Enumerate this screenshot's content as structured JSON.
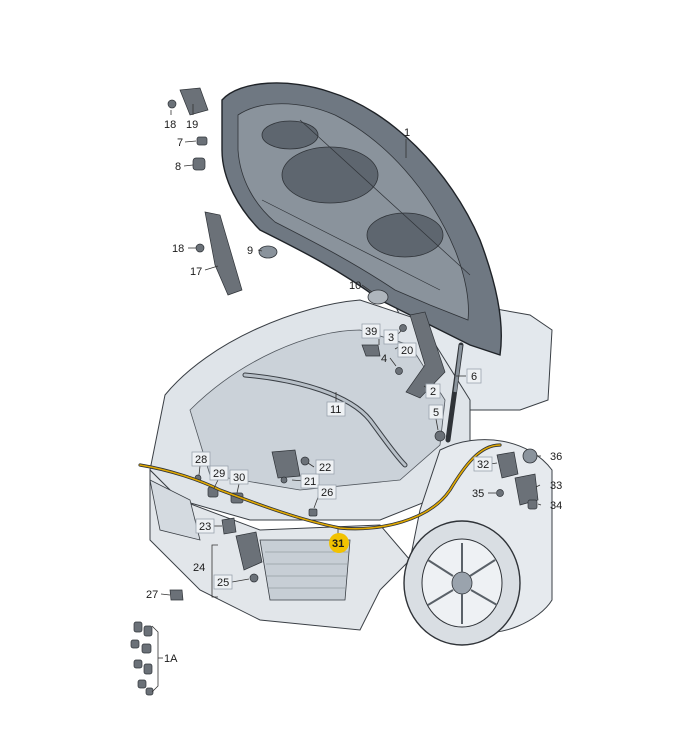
{
  "diagram": {
    "callouts": [
      {
        "id": "1",
        "label": "1"
      },
      {
        "id": "2",
        "label": "2"
      },
      {
        "id": "3",
        "label": "3"
      },
      {
        "id": "4",
        "label": "4"
      },
      {
        "id": "5",
        "label": "5"
      },
      {
        "id": "6",
        "label": "6"
      },
      {
        "id": "7",
        "label": "7"
      },
      {
        "id": "8",
        "label": "8"
      },
      {
        "id": "9",
        "label": "9"
      },
      {
        "id": "10",
        "label": "10"
      },
      {
        "id": "11",
        "label": "11"
      },
      {
        "id": "17",
        "label": "17"
      },
      {
        "id": "18a",
        "label": "18"
      },
      {
        "id": "18b",
        "label": "18"
      },
      {
        "id": "19",
        "label": "19"
      },
      {
        "id": "20",
        "label": "20"
      },
      {
        "id": "21",
        "label": "21"
      },
      {
        "id": "22",
        "label": "22"
      },
      {
        "id": "23",
        "label": "23"
      },
      {
        "id": "24",
        "label": "24"
      },
      {
        "id": "25",
        "label": "25"
      },
      {
        "id": "26",
        "label": "26"
      },
      {
        "id": "27",
        "label": "27"
      },
      {
        "id": "28",
        "label": "28"
      },
      {
        "id": "29",
        "label": "29"
      },
      {
        "id": "30",
        "label": "30"
      },
      {
        "id": "31",
        "label": "31",
        "highlighted": true
      },
      {
        "id": "32",
        "label": "32"
      },
      {
        "id": "33",
        "label": "33"
      },
      {
        "id": "34",
        "label": "34"
      },
      {
        "id": "35",
        "label": "35"
      },
      {
        "id": "36",
        "label": "36"
      },
      {
        "id": "39",
        "label": "39"
      },
      {
        "id": "1A",
        "label": "1A"
      }
    ],
    "colors": {
      "highlight": "#f2c200",
      "cable": "#e0a800",
      "line_art": "#2f3338",
      "hood_fill": "#6f7882",
      "body_fill": "#e6eaee",
      "label_box": "#eef1f4"
    }
  }
}
